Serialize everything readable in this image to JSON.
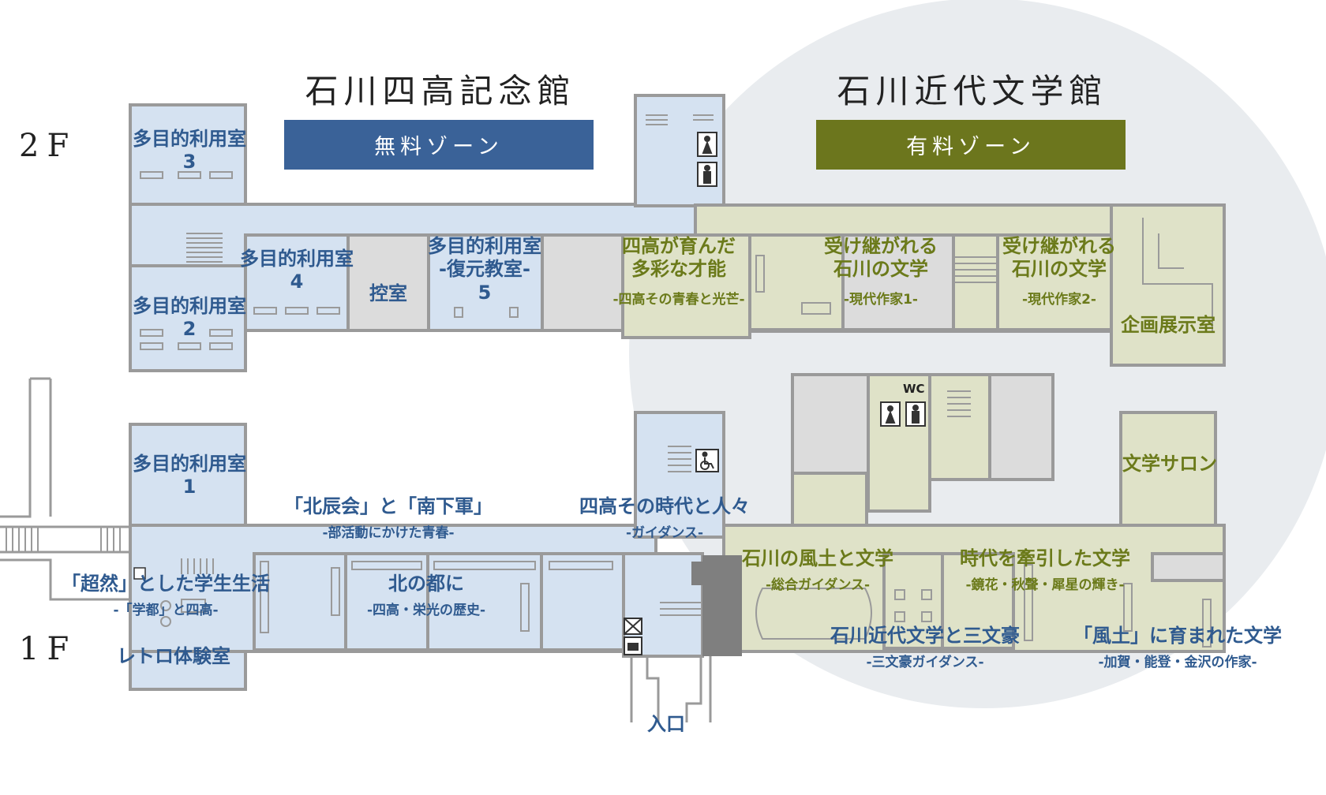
{
  "headers": {
    "shiko": {
      "title": "石川四高記念館",
      "zone": "無料ゾーン"
    },
    "kindai": {
      "title": "石川近代文学館",
      "zone": "有料ゾーン"
    }
  },
  "floors": {
    "f2": "2F",
    "f1": "1F"
  },
  "rooms": {
    "tamokuteki3": "多目的利用室\n3",
    "tamokuteki4": "多目的利用室\n4",
    "tamokuteki2": "多目的利用室\n2",
    "hikaeshitsu": "控室",
    "tamokuteki5": "多目的利用室\n-復元教室-\n5",
    "shiko_sodateta": {
      "name": "四高が育んだ\n多彩な才能",
      "sub": "-四高その青春と光芒-"
    },
    "uketsugareru1": {
      "name": "受け継がれる\n石川の文学",
      "sub": "-現代作家1-"
    },
    "uketsugareru2": {
      "name": "受け継がれる\n石川の文学",
      "sub": "-現代作家2-"
    },
    "kikaku": "企画展示室",
    "wc": "WC",
    "tamokuteki1": "多目的利用室\n1",
    "hokushinkai": {
      "name": "「北辰会」と「南下軍」",
      "sub": "-部活動にかけた青春-"
    },
    "shiko_jidai": {
      "name": "四高その時代と人々",
      "sub": "-ガイダンス-"
    },
    "chozen": {
      "name": "「超然」とした学生生活",
      "sub": "-「学都」と四高-"
    },
    "kitanomiyako": {
      "name": "北の都に",
      "sub": "-四高・栄光の歴史-"
    },
    "retoro": "レトロ体験室",
    "bungaku_salon": "文学サロン",
    "fudo": {
      "name": "石川の風土と文学",
      "sub": "-総合ガイダンス-"
    },
    "jidai_eninn": {
      "name": "時代を牽引した文学",
      "sub": "-鏡花・秋聲・犀星の輝き-"
    },
    "sanbungo": {
      "name": "石川近代文学と三文豪",
      "sub": "-三文豪ガイダンス-"
    },
    "fudo_sodatareta": {
      "name": "「風土」に育まれた文学",
      "sub": "-加賀・能登・金沢の作家-"
    },
    "iriguchi": "入口"
  },
  "icons": [
    "female-toilet-icon",
    "male-toilet-icon",
    "wheelchair-icon",
    "elevator-icon",
    "locker-icon",
    "stairs-icon"
  ],
  "colors": {
    "free_room": "#d5e2f1",
    "paid_room": "#dfe2c8",
    "gray_room": "#dcdcdc",
    "wall": "#9a9a9a",
    "paid_circle": "#e9ecef",
    "free_zone": "#3a6298",
    "paid_zone": "#6c761d",
    "blue_text": "#2f5a8f",
    "green_text": "#6b7a1a"
  }
}
